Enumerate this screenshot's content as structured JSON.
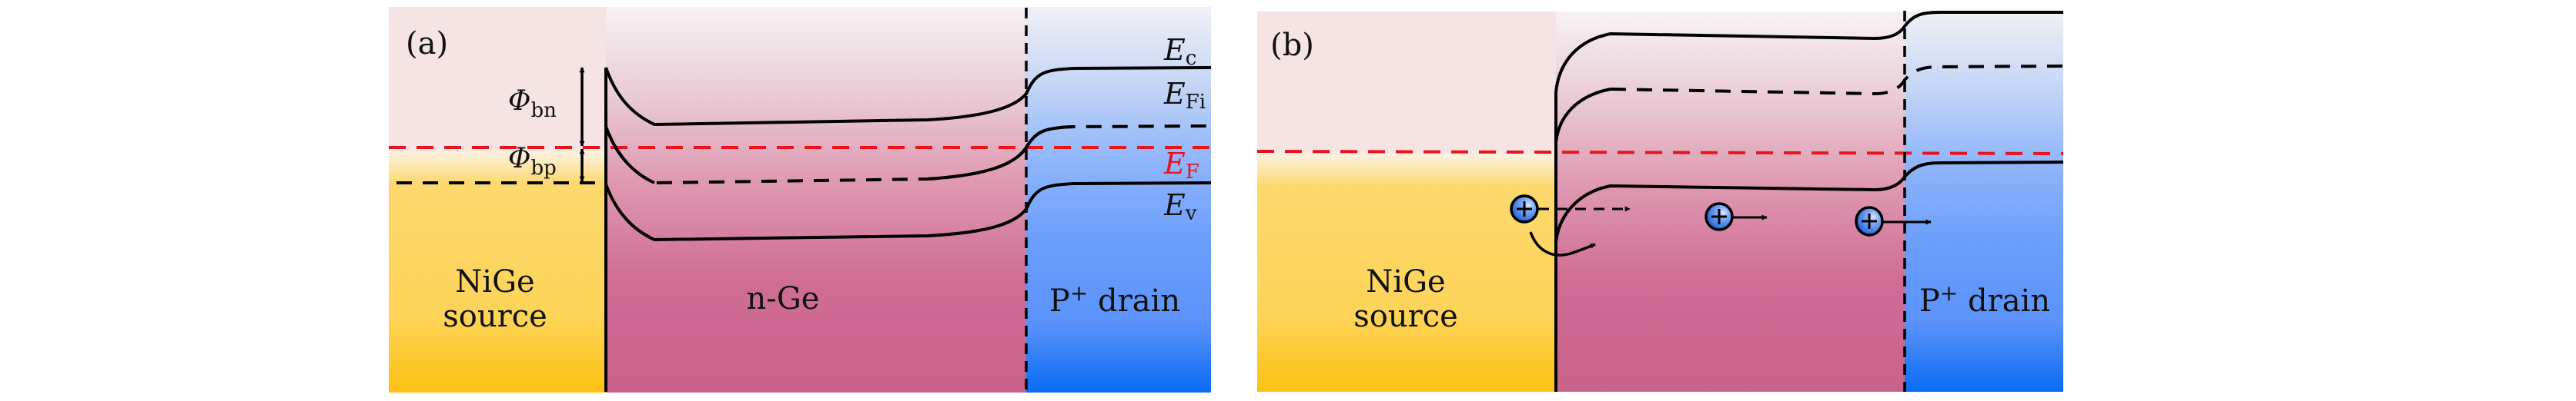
{
  "figure": {
    "type": "band-diagram",
    "panels": [
      {
        "id": "a",
        "tag": "(a)",
        "regions": {
          "source": [
            "NiGe",
            "source"
          ],
          "channel": "n-Ge",
          "drain": {
            "main": "P",
            "sup": "+",
            "rest": " drain"
          }
        },
        "band_labels": {
          "ec": {
            "main": "E",
            "sub": "c"
          },
          "efi": {
            "main": "E",
            "sub": "Fi"
          },
          "ef": {
            "main": "E",
            "sub": "F"
          },
          "ev": {
            "main": "E",
            "sub": "v"
          }
        },
        "barriers": {
          "phi_bn": {
            "main": "Φ",
            "sub": "bn"
          },
          "phi_bp": {
            "main": "Φ",
            "sub": "bp"
          }
        }
      },
      {
        "id": "b",
        "tag": "(b)",
        "regions": {
          "source": [
            "NiGe",
            "source"
          ],
          "drain": {
            "main": "P",
            "sup": "+",
            "rest": " drain"
          }
        },
        "holes": {
          "count": 3,
          "symbol": "+"
        }
      }
    ],
    "colors": {
      "fermi_level": "#e8141c",
      "band_lines": "#000000",
      "source_top": "#f6e4e4",
      "source_bottom": "#fdc113",
      "channel_top": "#f7f2f3",
      "channel_bottom": "#c9628a",
      "drain_top": "#f1f0f5",
      "drain_bottom": "#0a6cf3",
      "hole_fill": "#3b82f6"
    }
  }
}
